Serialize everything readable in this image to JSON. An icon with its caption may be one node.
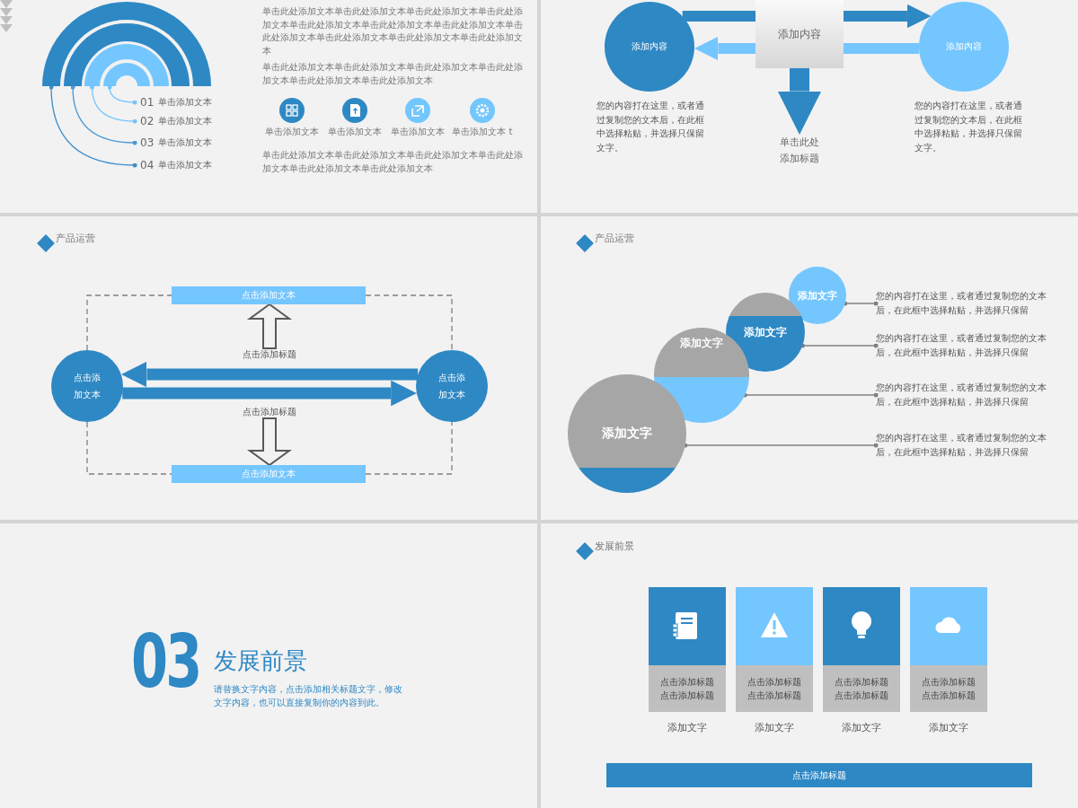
{
  "diagram": {
    "nodes": [
      {
        "text": [],
        "shape": "arc"
      },
      {
        "text": [],
        "shape": "arc"
      },
      {
        "text": [],
        "shape": "arc"
      },
      {
        "text": [],
        "shape": "arc"
      },
      {
        "text": [
          "01",
          "单击添加文本"
        ]
      },
      {
        "text": [
          "02",
          "单击添加文本"
        ]
      },
      {
        "text": [
          "03",
          "单击添加文本"
        ]
      },
      {
        "text": [
          "04",
          "单击添加文本"
        ]
      },
      {
        "text": [
          "添加内容"
        ],
        "beside": [
          "您的内容打在这里，或者通过复制您的文本后，在此框中选择粘贴，并选择只保留文字。"
        ]
      },
      {
        "text": [
          "添加内容"
        ]
      },
      {
        "text": [
          "添加内容"
        ],
        "beside": [
          "您的内容打在这里，或者通过复制您的文本后，在此框中选择粘贴，并选择只保留文字。"
        ]
      },
      {
        "text": [
          "单击此处添加标题"
        ]
      },
      {
        "text": [
          "点击添加文本"
        ]
      },
      {
        "text": [
          "点击添加文本"
        ]
      },
      {
        "text": [
          "点击添加标题"
        ]
      },
      {
        "text": [
          "点击添加文本"
        ]
      },
      {
        "text": [
          "点击添加标题"
        ]
      },
      {
        "text": [
          "点击添加文本"
        ]
      },
      {
        "text": [
          "添加文字"
        ]
      },
      {
        "text": [
          "您的内容打在这里，或者通过复制您的文本后，在此框中选择粘贴，并选择只保留"
        ]
      },
      {
        "text": [
          "添加文字"
        ]
      },
      {
        "text": [
          "您的内容打在这里，或者通过复制您的文本后，在此框中选择粘贴，并选择只保留"
        ]
      },
      {
        "text": [
          "添加文字"
        ]
      },
      {
        "text": [
          "您的内容打在这里，或者通过复制您的文本后，在此框中选择粘贴，并选择只保留"
        ]
      },
      {
        "text": [
          "添加文字"
        ]
      },
      {
        "text": [
          "您的内容打在这里，或者通过复制您的文本后，在此框中选择粘贴，并选择只保留"
        ]
      },
      {
        "text": [
          "点击添加标题点击添加标题"
        ],
        "beside": [
          "添加文字"
        ]
      },
      {
        "text": [
          "点击添加标题点击添加标题"
        ],
        "beside": [
          "添加文字"
        ]
      },
      {
        "text": [
          "点击添加标题点击添加标题"
        ],
        "beside": [
          "添加文字"
        ]
      },
      {
        "text": [
          "点击添加标题点击添加标题"
        ],
        "beside": [
          "添加文字"
        ]
      },
      {
        "text": [
          "点击添加标题"
        ]
      }
    ],
    "edges": [
      {
        "from": 0,
        "to": 7,
        "arrow": "other",
        "color": "#3d8fcc"
      },
      {
        "from": 1,
        "to": 6,
        "arrow": "other",
        "color": "#4a9ad6"
      },
      {
        "from": 2,
        "to": 5,
        "arrow": "other",
        "color": "#74c6fe"
      },
      {
        "from": 3,
        "to": 4,
        "arrow": "other",
        "color": "#74c6fe"
      },
      {
        "from": 8,
        "to": 9,
        "arrow": "none",
        "style": "thick",
        "color": "#2e88c4"
      },
      {
        "from": 9,
        "to": 10,
        "arrow": "to",
        "style": "thick",
        "color": "#2e88c4"
      },
      {
        "from": 10,
        "to": 9,
        "arrow": "none",
        "style": "thick",
        "color": "#74c6fe"
      },
      {
        "from": 9,
        "to": 8,
        "arrow": "to",
        "style": "thick",
        "color": "#74c6fe"
      },
      {
        "from": 9,
        "to": 11,
        "arrow": "to",
        "style": "thick",
        "color": "#2e88c4"
      },
      {
        "from": 13,
        "to": 12,
        "arrow": "none",
        "style": "dashed"
      },
      {
        "from": 12,
        "to": 15,
        "arrow": "none",
        "style": "dashed"
      },
      {
        "from": 13,
        "to": 17,
        "arrow": "none",
        "style": "dashed"
      },
      {
        "from": 17,
        "to": 15,
        "arrow": "none",
        "style": "dashed"
      },
      {
        "from": 14,
        "to": 12,
        "arrow": "to",
        "color": "#595959"
      },
      {
        "from": 16,
        "to": 17,
        "arrow": "to",
        "color": "#595959"
      },
      {
        "from": 15,
        "to": 13,
        "arrow": "to",
        "style": "thick",
        "color": "#2e88c4"
      },
      {
        "from": 13,
        "to": 15,
        "arrow": "to",
        "style": "thick",
        "color": "#2e88c4"
      },
      {
        "from": 18,
        "to": 19,
        "arrow": "other"
      },
      {
        "from": 20,
        "to": 21,
        "arrow": "other"
      },
      {
        "from": 22,
        "to": 23,
        "arrow": "other"
      },
      {
        "from": 24,
        "to": 25,
        "arrow": "other"
      }
    ],
    "labels": [
      "单击此处添加文本单击此处添加文本单击此处添加文本单击此处添加文本单击此处添加文本单击此处添加文本单击此处添加文本单击此处添加文本单击此处添加文本单击此处添加文本单击此处添加文本",
      "单击此处添加文本单击此处添加文本单击此处添加文本单击此处添加文本单击此处添加文本单击此处添加文本",
      "单击添加文本",
      "单击添加文本",
      "单击添加文本",
      "单击添加文本 t",
      "单击此处添加文本单击此处添加文本单击此处添加文本单击此处添加文本单击此处添加文本单击此处添加文本",
      "产品运营",
      "产品运营",
      "03",
      "发展前景",
      "请替换文字内容，点击添加相关标题文字，修改文字内容，也可以直接复制你的内容到此。",
      "发展前景"
    ]
  }
}
